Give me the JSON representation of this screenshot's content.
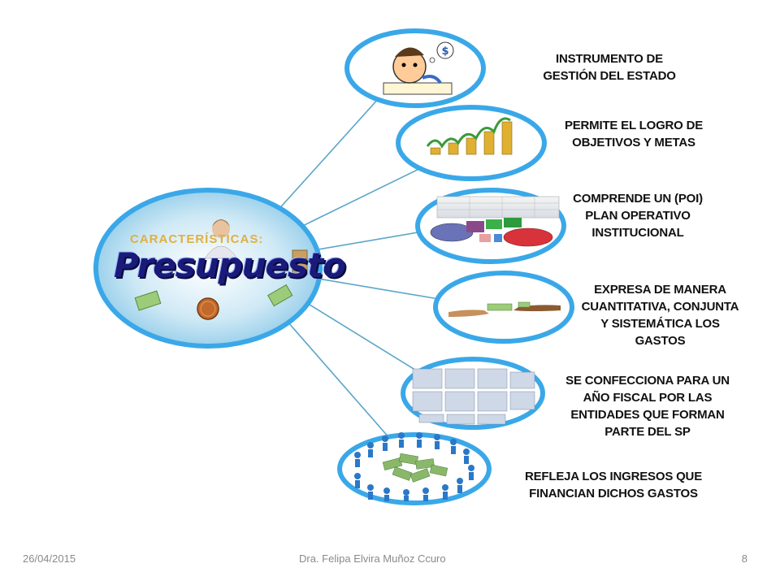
{
  "center": {
    "subtitle": "CARACTERÍSTICAS:",
    "title": "Presupuesto"
  },
  "branches": [
    {
      "id": "instrumento",
      "text": "INSTRUMENTO DE\nGESTIÓN DEL ESTADO",
      "picture": "person-thinking-icon"
    },
    {
      "id": "objetivos",
      "text": "PERMITE EL LOGRO DE\nOBJETIVOS Y METAS",
      "picture": "coin-stacks-icon"
    },
    {
      "id": "poi",
      "text": "COMPRENDE UN  (POI)\nPLAN  OPERATIVO\nINSTITUCIONAL",
      "picture": "pie-chart-icon"
    },
    {
      "id": "expresa",
      "text": "EXPRESA DE MANERA\nCUANTITATIVA, CONJUNTA\nY SISTEMÁTICA LOS\nGASTOS",
      "picture": "handshake-money-icon"
    },
    {
      "id": "confecciona",
      "text": "SE CONFECCIONA PARA UN\nAÑO FISCAL POR LAS\nENTIDADES QUE FORMAN\nPARTE DEL SP",
      "picture": "calendar-icon"
    },
    {
      "id": "ingresos",
      "text": "REFLEJA LOS INGRESOS QUE\nFINANCIAN DICHOS GASTOS",
      "picture": "people-money-icon"
    }
  ],
  "footer": {
    "date": "26/04/2015",
    "author": "Dra. Felipa  Elvira Muñoz Ccuro",
    "page": "8"
  },
  "colors": {
    "ring": "#3aa8e8",
    "connector": "#5aa6c8",
    "title": "#1a1a7a"
  }
}
